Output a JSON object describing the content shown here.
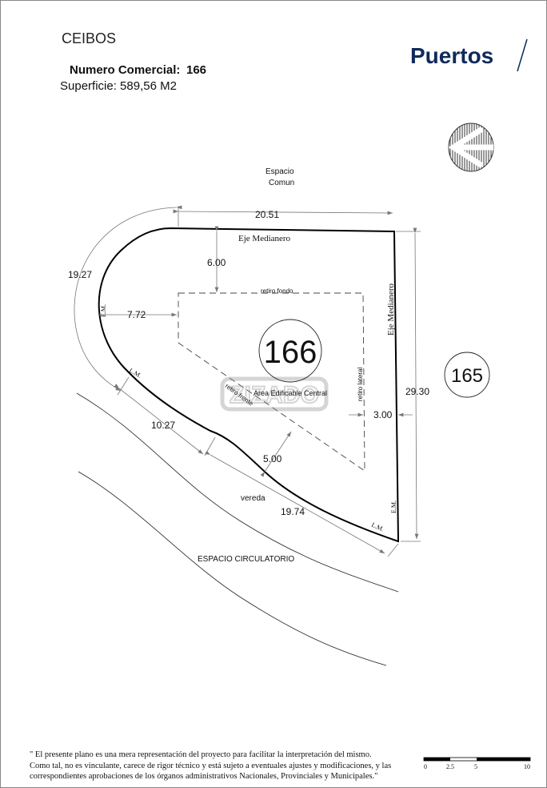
{
  "header": {
    "development": "CEIBOS",
    "lot_label": "Numero Comercial:",
    "lot_number": "166",
    "area": "Superficie: 589,56 M2",
    "brand": "Puertos",
    "brand_color": "#0f2a5a"
  },
  "plan": {
    "top_area": [
      "Espacio",
      "Comun"
    ],
    "bottom_area": "ESPACIO CIRCULATORIO",
    "sidewalk": "vereda",
    "lot_number": "166",
    "neighbor_lot": "165",
    "buildable_area": "Area Edificable Central",
    "watermark": "ZIZADO",
    "labels": {
      "eje_top": "Eje Medianero",
      "eje_right": "Eje Medianero",
      "retiro_fondo": "retiro fondo",
      "retiro_lateral": "retiro lateral",
      "retiro_frente": "retiro frente",
      "em_left": "E.M.",
      "em_right": "E.M.",
      "lm_left": "L.M.",
      "lm_right": "L.M."
    },
    "dimensions": {
      "top": "20.51",
      "right": "29.30",
      "arc": "19.27",
      "rear_setback": "6.00",
      "left_setback": "7.72",
      "side_setback": "3.00",
      "front_setback": "5.00",
      "front_a": "10.27",
      "front_b": "19.74"
    }
  },
  "footer": {
    "disclaimer": [
      "\" El presente plano es una mera representación del proyecto para facilitar la interpretación del mismo.",
      "Como tal, no es vinculante, carece de rigor técnico y está sujeto a eventuales ajustes y modificaciones, y las",
      "correspondientes aprobaciones de los órganos administrativos Nacionales, Provinciales y Municipales.\""
    ],
    "scale_ticks": [
      "0",
      "2.5",
      "5",
      "10"
    ]
  }
}
